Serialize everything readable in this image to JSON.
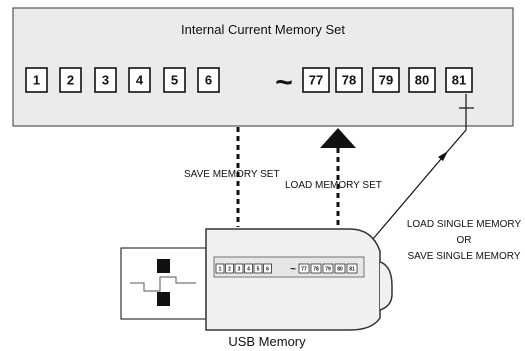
{
  "memory_panel": {
    "title": "Internal Current Memory Set",
    "slots_start": [
      "1",
      "2",
      "3",
      "4",
      "5",
      "6"
    ],
    "ellipsis": "~",
    "slots_end": [
      "77",
      "78",
      "79",
      "80",
      "81"
    ]
  },
  "labels": {
    "save_set": "SAVE MEMORY SET",
    "load_set": "LOAD MEMORY SET",
    "load_single": "LOAD SINGLE MEMORY",
    "or": "OR",
    "save_single": "SAVE SINGLE MEMORY",
    "usb": "USB Memory"
  },
  "usb_slots_start": [
    "1",
    "2",
    "3",
    "4",
    "5",
    "6"
  ],
  "usb_slots_end": [
    "77",
    "78",
    "79",
    "80",
    "81"
  ],
  "colors": {
    "panel_fill": "#ebebeb",
    "usb_fill": "#f0f0f0",
    "ink": "#111111"
  }
}
